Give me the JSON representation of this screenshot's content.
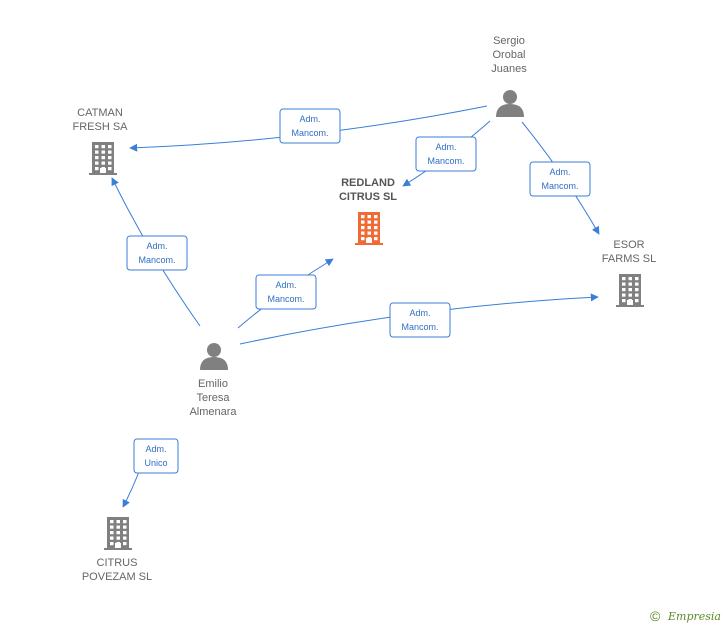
{
  "colors": {
    "edge": "#3b7dd8",
    "node": "#808080",
    "focus": "#f06a35"
  },
  "nodes": [
    {
      "id": "sergio",
      "kind": "person",
      "label": [
        "Sergio",
        "Orobal",
        "Juanes"
      ]
    },
    {
      "id": "catman",
      "kind": "company",
      "label": [
        "CATMAN",
        "FRESH SA"
      ]
    },
    {
      "id": "redland",
      "kind": "company",
      "focus": true,
      "label": [
        "REDLAND",
        "CITRUS  SL"
      ]
    },
    {
      "id": "esor",
      "kind": "company",
      "label": [
        "ESOR",
        "FARMS  SL"
      ]
    },
    {
      "id": "emilio",
      "kind": "person",
      "label": [
        "Emilio",
        "Teresa",
        "Almenara"
      ]
    },
    {
      "id": "citrus",
      "kind": "company",
      "label": [
        "CITRUS",
        "POVEZAM SL"
      ]
    }
  ],
  "edges": [
    {
      "from": "sergio",
      "to": "catman",
      "label": [
        "Adm.",
        "Mancom."
      ]
    },
    {
      "from": "sergio",
      "to": "redland",
      "label": [
        "Adm.",
        "Mancom."
      ]
    },
    {
      "from": "sergio",
      "to": "esor",
      "label": [
        "Adm.",
        "Mancom."
      ]
    },
    {
      "from": "emilio",
      "to": "catman",
      "label": [
        "Adm.",
        "Mancom."
      ]
    },
    {
      "from": "emilio",
      "to": "redland",
      "label": [
        "Adm.",
        "Mancom."
      ]
    },
    {
      "from": "emilio",
      "to": "esor",
      "label": [
        "Adm.",
        "Mancom."
      ]
    },
    {
      "from": "emilio",
      "to": "citrus",
      "label": [
        "Adm.",
        "Unico"
      ]
    }
  ],
  "footer": {
    "copyright": "©",
    "brand": "Empresia"
  }
}
